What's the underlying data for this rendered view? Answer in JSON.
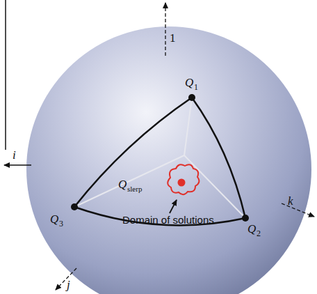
{
  "diagram": {
    "labels": [
      "1",
      "Q",
      "1",
      "i",
      "k",
      "Q",
      "3",
      "Q",
      "slerp",
      "Q",
      "2",
      "Domain of solutions",
      "j"
    ]
  }
}
